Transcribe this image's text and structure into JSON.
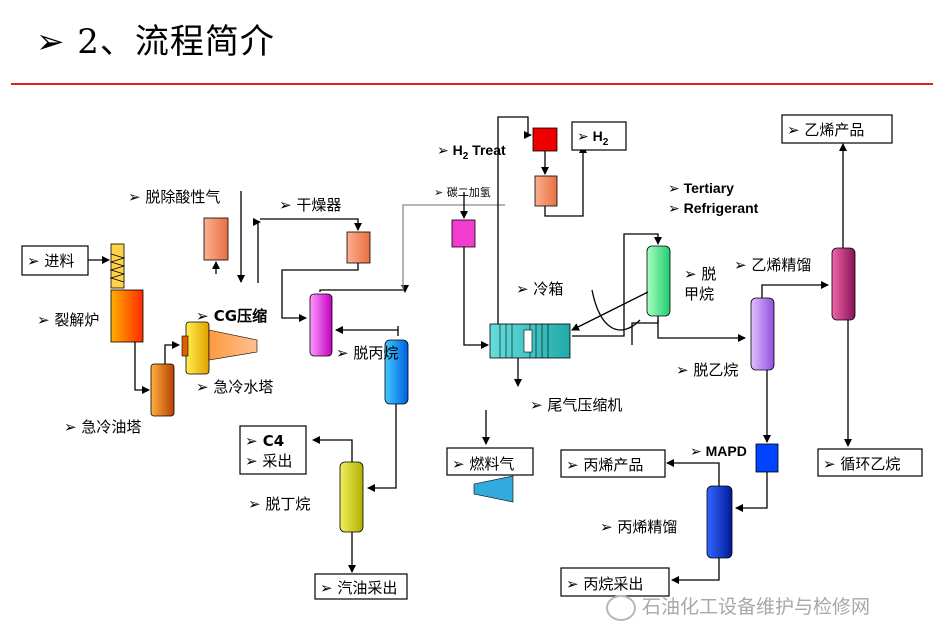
{
  "title": "➢ 2、流程简介",
  "labels": {
    "feed": "➢ 进料",
    "cracking_furnace": "➢ 裂解炉",
    "quench_oil_tower": "➢ 急冷油塔",
    "quench_water_tower": "➢ 急冷水塔",
    "cg_compression": "➢ CG压缩",
    "acid_gas_removal": "➢ 脱除酸性气",
    "dryer": "➢ 干燥器",
    "depropanizer": "➢ 脱丙烷",
    "c4_line1": "➢ C4",
    "c4_line2": "➢ 采出",
    "debutanizer": "➢ 脱丁烷",
    "gasoline_product": "➢ 汽油采出",
    "h2_treat": "➢ H",
    "h2_treat_sub": "2",
    "h2_treat_rest": " Treat",
    "acetylene_hydro": "➢ 碳二加氢",
    "h2_product": "➢ H",
    "h2_product_sub": "2",
    "cold_box": "➢ 冷箱",
    "tail_gas_compressor": "➢ 尾气压缩机",
    "fuel_gas": "➢ 燃料气",
    "tertiary": "➢ Tertiary",
    "refrigerant": "➢ Refrigerant",
    "demethanizer_1": "➢ 脱",
    "demethanizer_2": "甲烷",
    "deethanizer": "➢ 脱乙烷",
    "ethylene_fractionator": "➢ 乙烯精馏",
    "ethylene_product": "➢ 乙烯产品",
    "recycle_ethane": "➢ 循环乙烷",
    "mapd": "➢ MAPD",
    "propylene_product": "➢ 丙烯产品",
    "propylene_fractionator": "➢ 丙烯精馏",
    "propane_product": "➢ 丙烷采出"
  },
  "watermark": "石油化工设备维护与检修网",
  "colors": {
    "title_rule": "#e02020",
    "furnace": "#ff6a00",
    "quench_oil": "#e26a10",
    "quench_water": "#ffd000",
    "acid_gas": "#f4956a",
    "dryer": "#f4956a",
    "c2_hydro": "#f23ccf",
    "deethanizer_front": "#ff33ff",
    "depropanizer": "#1e90ff",
    "debutanizer": "#d0d000",
    "h2_drum": "#ff0000",
    "h2_vessel": "#f4956a",
    "cold_box": "#33cccc",
    "demethanizer": "#66ff99",
    "deethanizer": "#bb88ff",
    "ethylene_fractionator": "#cc2277",
    "mapd": "#0044ff",
    "propylene_fractionator": "#0033cc",
    "fuel_gas_icon": "#33aadd"
  }
}
